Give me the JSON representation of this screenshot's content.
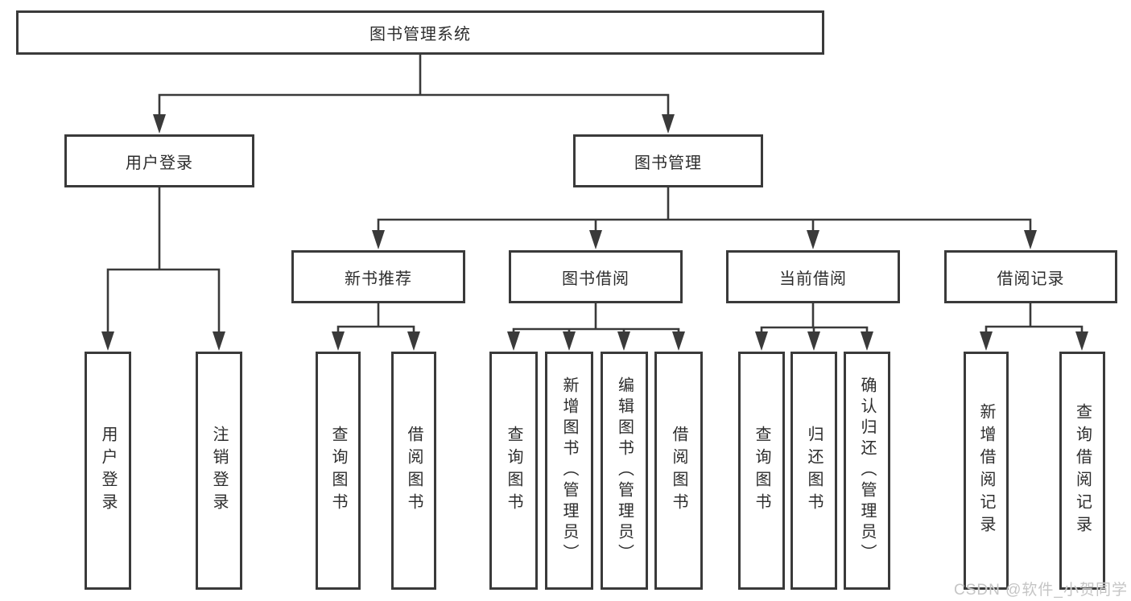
{
  "tree": {
    "root": "图书管理系统",
    "level2": [
      {
        "label": "用户登录",
        "children": [
          "用户登录",
          "注销登录"
        ]
      },
      {
        "label": "图书管理"
      }
    ],
    "level3": [
      {
        "label": "新书推荐",
        "children": [
          "查询图书",
          "借阅图书"
        ]
      },
      {
        "label": "图书借阅",
        "children": [
          "查询图书",
          "新增图书（管理员）",
          "编辑图书（管理员）",
          "借阅图书"
        ]
      },
      {
        "label": "当前借阅",
        "children": [
          "查询图书",
          "归还图书",
          "确认归还（管理员）"
        ]
      },
      {
        "label": "借阅记录",
        "children": [
          "新增借阅记录",
          "查询借阅记录"
        ]
      }
    ]
  },
  "watermark": "CSDN @软件_小贺同学",
  "colors": {
    "line": "#3a3a3a",
    "text": "#2d2d2d",
    "watermark": "#c5c5c5",
    "background": "#ffffff"
  }
}
